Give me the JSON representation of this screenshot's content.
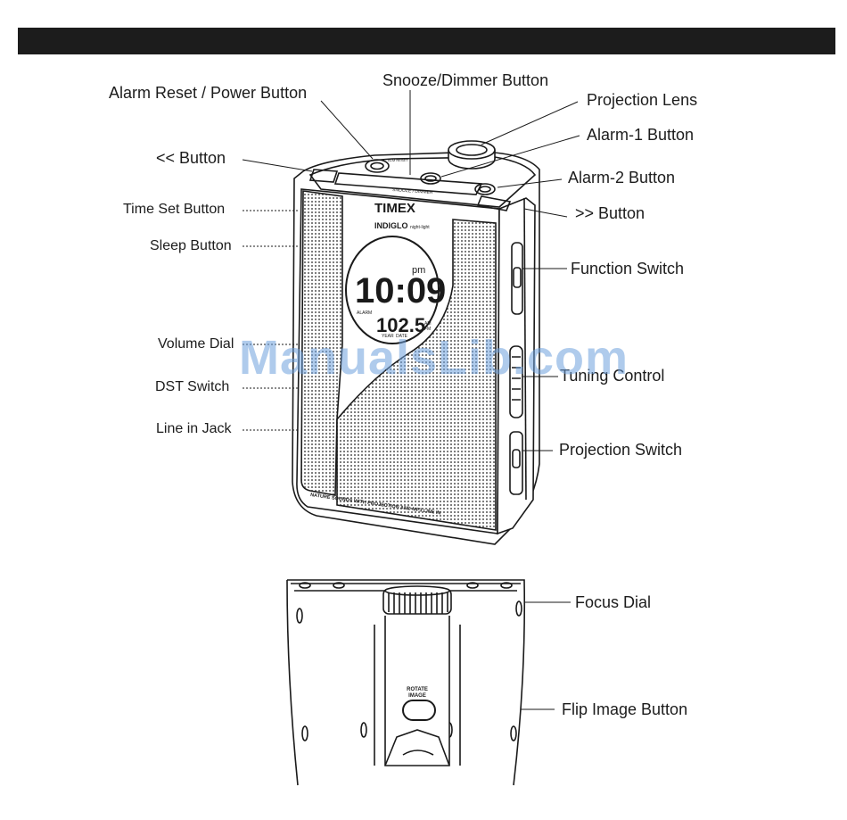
{
  "labels": {
    "alarm_reset_power": "Alarm Reset / Power Button",
    "snooze_dimmer": "Snooze/Dimmer Button",
    "projection_lens": "Projection Lens",
    "alarm1": "Alarm-1 Button",
    "prev_button": "<< Button",
    "alarm2": "Alarm-2 Button",
    "time_set": "Time Set Button",
    "next_button": ">> Button",
    "sleep": "Sleep Button",
    "function_switch": "Function Switch",
    "volume_dial": "Volume Dial",
    "tuning_control": "Tuning Control",
    "dst_switch": "DST Switch",
    "line_in_jack": "Line in Jack",
    "projection_switch": "Projection Switch",
    "focus_dial": "Focus Dial",
    "flip_image": "Flip Image  Button"
  },
  "device": {
    "brand": "TIMEX",
    "subbrand": "INDIGLO",
    "subbrand_tag": "night-light",
    "time_display": "10:09",
    "pm_indicator": "pm",
    "freq_display": "102.5",
    "alarm_tag": "ALARM",
    "am_tag": "AM",
    "fm_tag": "FM",
    "year_tag": "YEAR",
    "date_tag": "DATE",
    "snooze_dimmer_text": "SNOOZE / DIMMER",
    "alarm_reset_text": "ALM RESET",
    "bottom_caption": "NATURE SOUNDS WITH PROJECTION AND MP3 LINE IN",
    "rotate_image_line1": "ROTATE",
    "rotate_image_line2": "IMAGE"
  },
  "watermark": "ManualsLib.com"
}
